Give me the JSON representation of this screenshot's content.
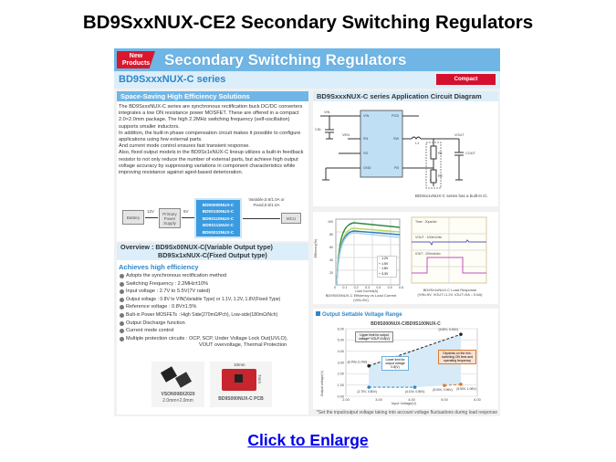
{
  "title": "BD9SxxNUX-CE2  Secondary Switching Regulators",
  "brochure": {
    "new_tag_line1": "New",
    "new_tag_line2": "Products",
    "header_title": "Secondary Switching Regulators",
    "series": "BD9SxxxNUX-C series",
    "compact_badge": "Compact",
    "left": {
      "section_title": "Space-Saving High Efficiency Solutions",
      "paragraphs": [
        "The BD9SxxxNUX-C series are synchronous rectification buck DC/DC converters integrates a low ON resistance power MOSFET. These are offered in a compact 2.0×2.0mm package. The high 2.2MHz switching frequency (self-oscillation) supports smaller inductors.",
        "In addition, the built-in phase compensation circuit makes it possible to configure applications using few external parts.",
        "And current mode control ensures fast transient response.",
        "Also, fixed output models in the BD9Sx1xNUX-C lineup utilizes a built-in feedback resistor to not only reduce the number of external parts, but achieve high output voltage accuracy by suppressing variations in component characteristics while improving resistance against aged-based deterioration."
      ],
      "block": {
        "battery": "Battery",
        "v12": "12V",
        "primary": "Primary Power Supply",
        "v5": "5V",
        "parts": [
          "BD9S000NUX-C",
          "BD9S100NUX-C",
          "BD9S110NUX-C",
          "BD9S111NUX-C",
          "BD9S012NUX-C"
        ],
        "out_label": "Variable,0.6/1.0A or Fixed,0.6/1.0A",
        "mcu": "MCU"
      },
      "overview_line1": "Overview : BD9Sx00NUX-C(Variable Output type)",
      "overview_line2": "BD9Sx1xNUX-C(Fixed Output type)",
      "achieves": "Achieves high efficiency",
      "bullets": [
        "Adopts the synchronous rectification method",
        "Switching Frequency : 2.2MHz±10%",
        "Input voltage : 2.7V to 5.5V(7V rated)",
        "Output voltage : 0.8V to VIN(Variable Type) or 1.1V, 1.2V, 1.8V(Fixed  Type)",
        "Reference voltage : 0.8V±1.5%",
        "Built-in Power MOSFETs : High Side(270mΩ/Pch), Low-side(180mΩ/Nch)",
        "Output Discharge function",
        "Current mode control",
        "Multiple protection circuits : OCP, SCP, Under Voltage Lock Out(UVLO),",
        "VOUT overvoltage, Thermal Protection"
      ],
      "pkg_name": "VSON008X2020",
      "pkg_size": "2.0mm×2.0mm",
      "pcb_dim": "10mm",
      "pcb_dim2": "7mm",
      "pcb_label": "BD9S000NUX-C PCB"
    },
    "right": {
      "circuit_title": "BD9SxxxNUX-C series Application Circuit Diagram",
      "pins": [
        "VIN",
        "EN",
        "SS",
        "GND",
        "PGD",
        "SW",
        "FB"
      ],
      "labels": {
        "vin": "VIN",
        "cin": "CIN",
        "ven": "VEN",
        "l1": "L1",
        "vout": "VOUT",
        "cout": "COUT",
        "r1": "R1",
        "r2": "R2"
      },
      "circuit_note": "BD9Sx1xNUX-C series has a built-in IC.",
      "eff": {
        "yticks": [
          "100",
          "80",
          "60",
          "40",
          "20"
        ],
        "xticks": [
          "0",
          "0.1",
          "0.2",
          "0.3",
          "0.4",
          "0.5",
          "0.6"
        ],
        "ylabel": "Efficiency(%)",
        "xlabel": "Load Current(A)",
        "legend": [
          "1.2V",
          "1.5V",
          "1.8V",
          "3.3V"
        ],
        "legend_colors": [
          "#a9d6ef",
          "#2f7ab8",
          "#b7d967",
          "#2e8b3e"
        ],
        "caption1": "BD9S000NUX-C Efficiency vs Load Current",
        "caption2": "(VIN=5V)"
      },
      "load": {
        "time": "Time : 20μs/div",
        "vout": "VOUT : 100mV/div",
        "iout": "IOUT : 200mA/div",
        "caption1": "BD9Sx1xNUX-C  Load Response",
        "caption2": "(VIN=5V, VOUT=1.2V, IOUT=0A⇔0.6A)"
      },
      "range_title": "Output Settable Voltage Range",
      "footnote": "*Set the input/output voltage taking into account voltage fluctuations during load response"
    }
  },
  "chart_data": {
    "type": "line",
    "title": "BD9S000NUX-C/BD9S100NUX-C",
    "xlabel": "Input Voltage(V)",
    "ylabel": "Output voltage(V)",
    "xlim": [
      2,
      6
    ],
    "ylim": [
      0,
      6
    ],
    "xticks": [
      "2.00",
      "3.00",
      "4.00",
      "5.00",
      "6.00"
    ],
    "yticks": [
      "0.00",
      "1.00",
      "2.00",
      "3.00",
      "4.00",
      "5.00",
      "6.00"
    ],
    "series": [
      {
        "points": [
          [
            2.7,
            2.7
          ],
          [
            5.5,
            5.5
          ]
        ],
        "color": "#222222"
      },
      {
        "points": [
          [
            2.7,
            0.8
          ],
          [
            4.1,
            0.8
          ]
        ],
        "color": "#2d86c8"
      },
      {
        "points": [
          [
            5.0,
            0.96
          ],
          [
            5.5,
            1.06
          ]
        ],
        "color": "#e07a2c"
      }
    ],
    "point_labels": [
      "(2.70V, 2.70V)",
      "(5.50V, 5.50V)",
      "(2.70V, 0.80V)",
      "(4.10V, 0.80V)",
      "(5.00V, 0.96V)",
      "(5.50V, 1.06V)"
    ],
    "annotations": [
      "Upper limit for output voltage* VOUT=0.8(V)",
      "Lower limit for output voltage 0.8(V)",
      "Depends on the min. switching ON time and operating frequency"
    ]
  },
  "link": "Click to Enlarge"
}
